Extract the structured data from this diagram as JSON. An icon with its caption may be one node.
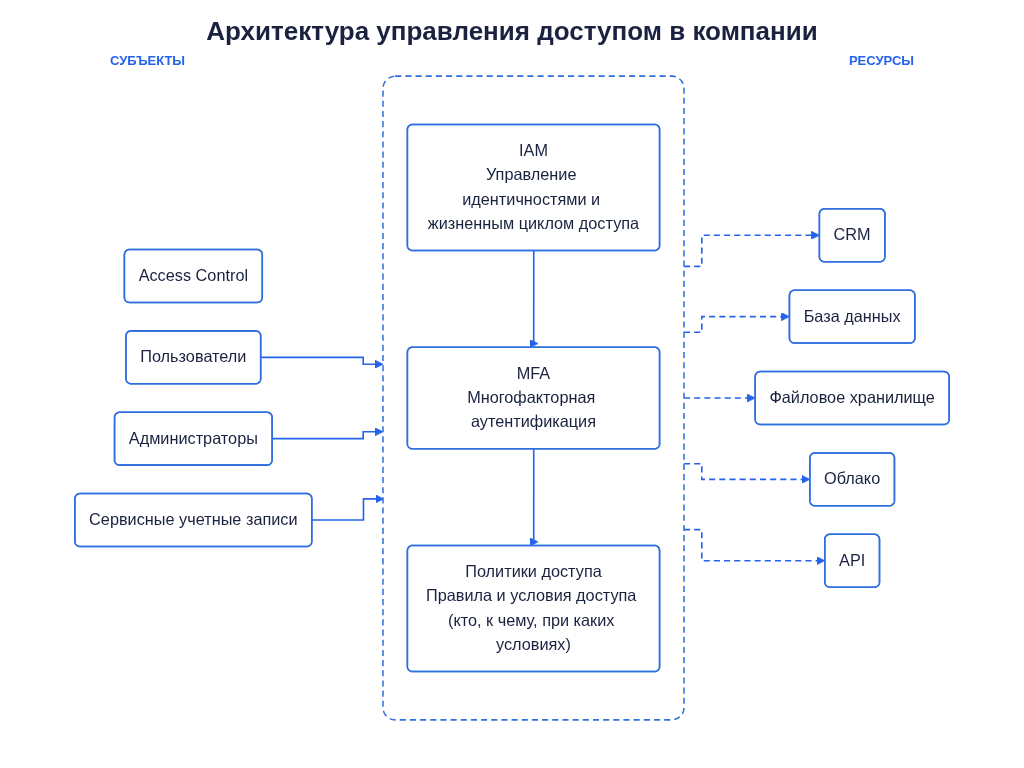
{
  "diagram": {
    "title": "Архитектура управления доступом в компании",
    "nodes": [
      {
        "text": [
          "Access Control"
        ]
      },
      {
        "text": [],
        "shape": "box"
      },
      {
        "text": [
          "Пользователи"
        ]
      },
      {
        "text": [
          "Администраторы"
        ]
      },
      {
        "text": [
          "Сервисные учетные записи"
        ]
      },
      {
        "text": [
          "IAM",
          "Управление идентичностями и жизненным циклом доступа"
        ],
        "in": 1
      },
      {
        "text": [
          "MFA",
          "Многофакторная аутентификация"
        ],
        "in": 1
      },
      {
        "text": [
          "Политики доступа",
          "Правила и условия доступа (кто, к чему, при каких условиях)"
        ],
        "in": 1
      },
      {
        "text": [
          "CRM"
        ]
      },
      {
        "text": [
          "База данных"
        ]
      },
      {
        "text": [
          "Файловое хранилище"
        ]
      },
      {
        "text": [
          "Облако"
        ]
      },
      {
        "text": [
          "API"
        ]
      }
    ],
    "edges": [
      {
        "from": 2,
        "to": 1,
        "arrow": "to"
      },
      {
        "from": 3,
        "to": 1,
        "arrow": "to"
      },
      {
        "from": 4,
        "to": 1,
        "arrow": "to"
      },
      {
        "from": 5,
        "to": 6,
        "arrow": "to"
      },
      {
        "from": 6,
        "to": 7,
        "arrow": "to"
      },
      {
        "from": 1,
        "to": 8,
        "arrow": "to",
        "style": "dashed"
      },
      {
        "from": 1,
        "to": 9,
        "arrow": "to",
        "style": "dashed"
      },
      {
        "from": 1,
        "to": 10,
        "arrow": "to",
        "style": "dashed"
      },
      {
        "from": 1,
        "to": 11,
        "arrow": "to",
        "style": "dashed"
      },
      {
        "from": 1,
        "to": 12,
        "arrow": "to",
        "style": "dashed"
      }
    ],
    "labels": [
      "СУБЪЕКТЫ",
      "РЕСУРСЫ"
    ]
  }
}
